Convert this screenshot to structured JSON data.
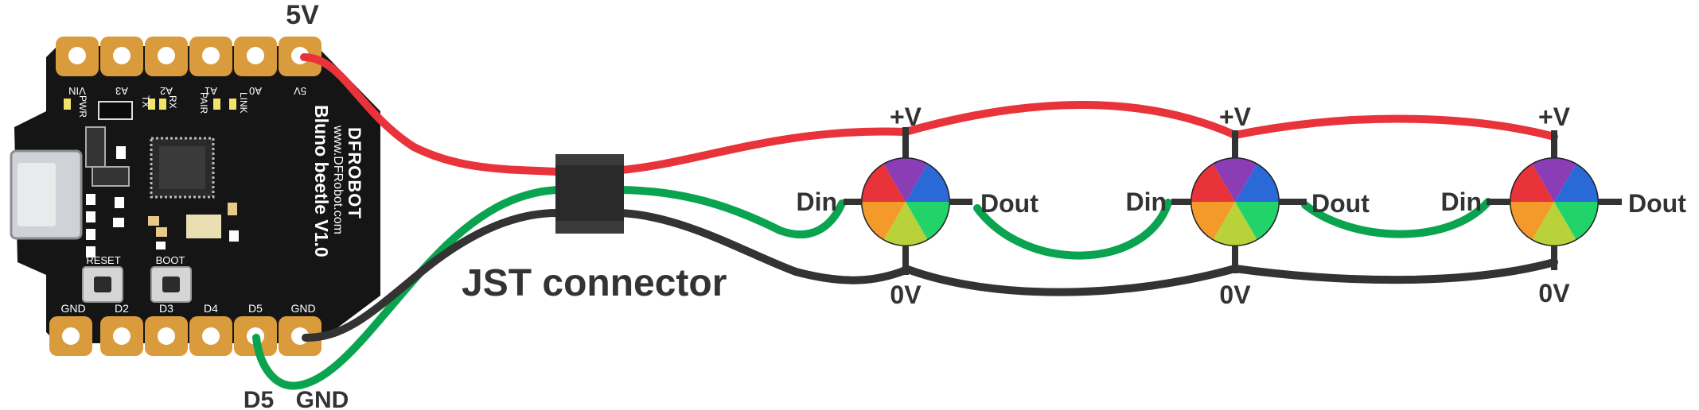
{
  "board": {
    "brand": "DFROBOT",
    "website": "www.DFRobot.com",
    "model": "Bluno beetle V1.0",
    "top_pins": [
      "VIN",
      "A3",
      "A2",
      "A1",
      "A0",
      "5V"
    ],
    "bottom_pins": [
      "GND",
      "D2",
      "D3",
      "D4",
      "D5",
      "GND"
    ],
    "led_labels": [
      "PWR",
      "TX",
      "RX",
      "PAIR",
      "LINK"
    ],
    "buttons": [
      "RESET",
      "BOOT"
    ]
  },
  "labels": {
    "five_v": "5V",
    "d5": "D5",
    "gnd": "GND",
    "jst": "JST connector"
  },
  "leds": [
    {
      "plus": "+V",
      "din": "Din",
      "dout": "Dout",
      "zero": "0V"
    },
    {
      "plus": "+V",
      "din": "Din",
      "dout": "Dout",
      "zero": "0V"
    },
    {
      "plus": "+V",
      "din": "Din",
      "dout": "Dout",
      "zero": "0V"
    }
  ],
  "colors": {
    "power_wire": "#e8333a",
    "data_wire": "#0aa34f",
    "ground_wire": "#333333",
    "pcb": "#151515",
    "pad": "#d99b3c"
  }
}
